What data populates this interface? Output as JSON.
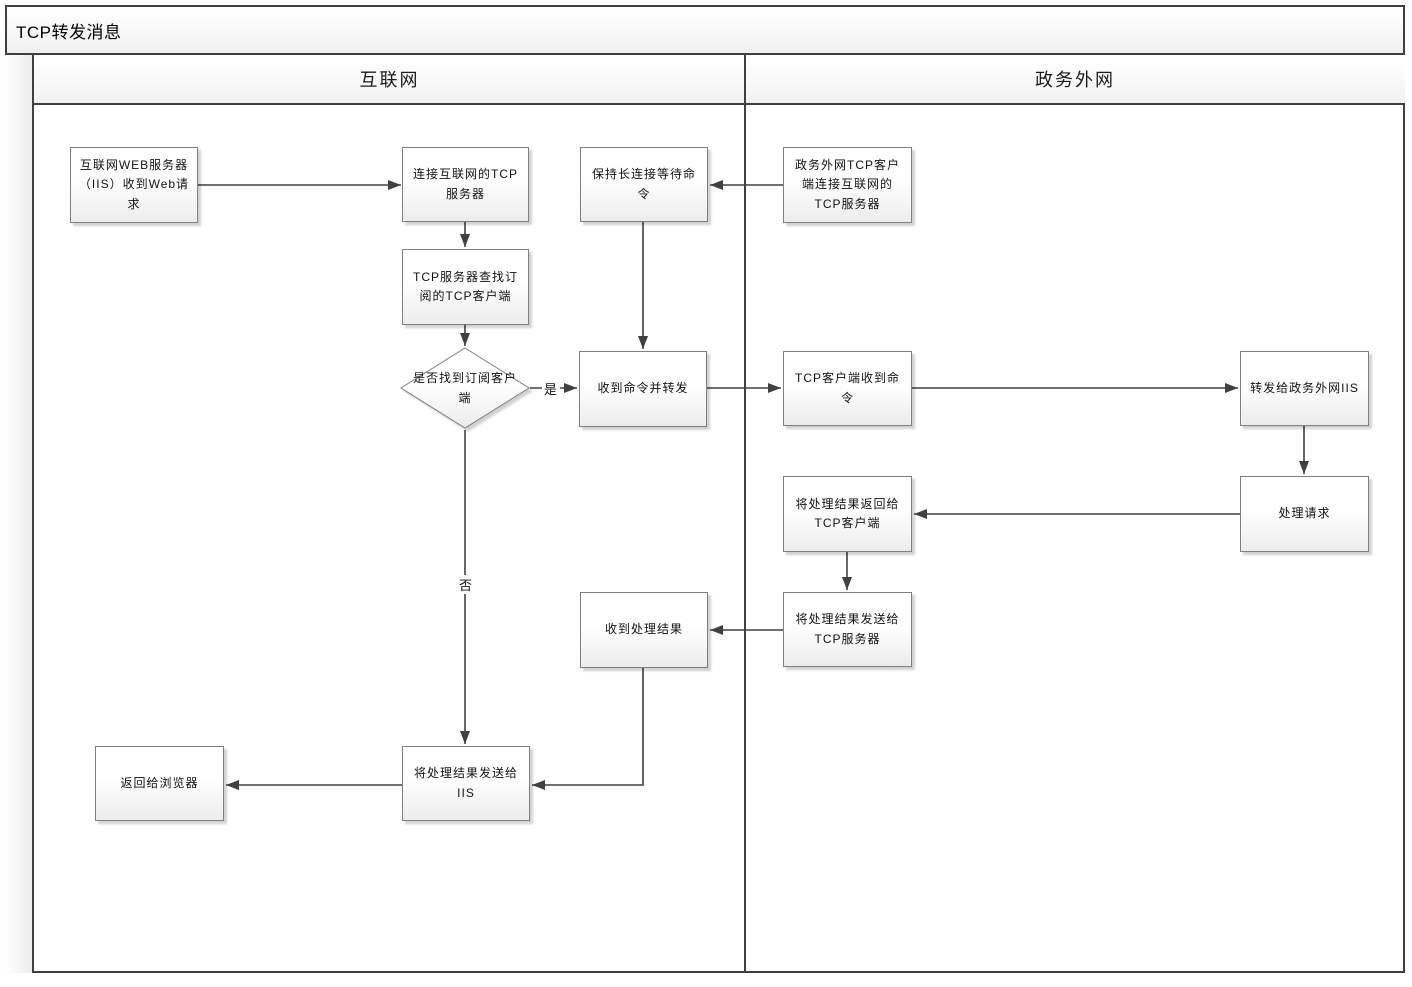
{
  "title": "TCP转发消息",
  "lanes": [
    {
      "label": "互联网"
    },
    {
      "label": "政务外网"
    }
  ],
  "nodes": {
    "web_request": {
      "label": "互联网WEB服务器（IIS）收到Web请求"
    },
    "connect_tcp": {
      "label": "连接互联网的TCP服务器"
    },
    "find_client": {
      "label": "TCP服务器查找订阅的TCP客户端"
    },
    "found_client": {
      "label": "是否找到订阅客户端"
    },
    "forward_cmd": {
      "label": "收到命令并转发"
    },
    "keep_alive": {
      "label": "保持长连接等待命令"
    },
    "recv_result": {
      "label": "收到处理结果"
    },
    "send_iis": {
      "label": "将处理结果发送给IIS"
    },
    "return_browser": {
      "label": "返回给浏览器"
    },
    "gov_connect": {
      "label": "政务外网TCP客户端连接互联网的TCP服务器"
    },
    "client_recv": {
      "label": "TCP客户端收到命令"
    },
    "forward_gov_iis": {
      "label": "转发给政务外网IIS"
    },
    "handle_request": {
      "label": "处理请求"
    },
    "return_result": {
      "label": "将处理结果返回给TCP客户端"
    },
    "send_tcp_server": {
      "label": "将处理结果发送给TCP服务器"
    }
  },
  "edge_labels": {
    "yes": "是",
    "no": "否"
  },
  "colors": {
    "pool_border": "#3f3f3f",
    "shape_border": "#7f7f7f",
    "connector": "#404040",
    "text": "#111111",
    "background": "#ffffff"
  }
}
